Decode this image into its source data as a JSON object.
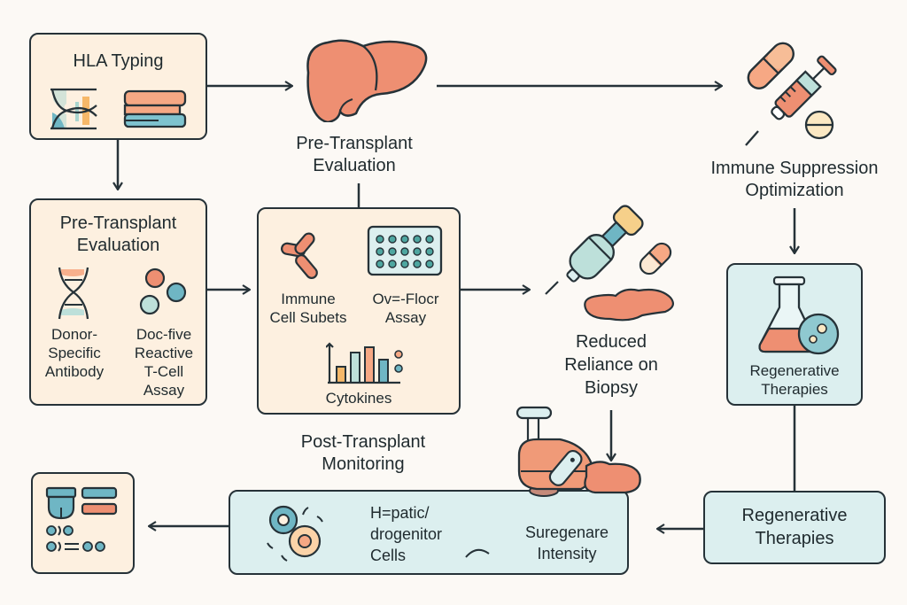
{
  "diagram": {
    "colors": {
      "background": "#fcf9f5",
      "cream_box": "#fdf0e0",
      "mint_box": "#dcefef",
      "stroke": "#263238",
      "coral": "#ee8f72",
      "teal": "#6fb6c4",
      "peach": "#f6b28e",
      "yellow": "#f6d08a"
    },
    "nodes": {
      "hla_typing": {
        "title": "HLA Typing",
        "icons": [
          "dna-icon",
          "gel-bands-icon"
        ]
      },
      "liver_eval": {
        "title_line1": "Pre-Transplant",
        "title_line2": "Evaluation",
        "icon": "liver-icon"
      },
      "immune_suppression": {
        "title_line1": "Immune Suppression",
        "title_line2": "Optimization",
        "icons": [
          "capsule-icon",
          "syringe-icon",
          "tablet-icon"
        ]
      },
      "pre_transplant_eval": {
        "title_line1": "Pre-Transplant",
        "title_line2": "Evaluation",
        "items": [
          {
            "icon": "dna-icon",
            "line1": "Donor-",
            "line2": "Specific",
            "line3": "Antibody",
            "line4": ""
          },
          {
            "icon": "cells-icon",
            "line1": "Doc-five",
            "line2": "Reactive",
            "line3": "T-Cell",
            "line4": "Assay"
          }
        ]
      },
      "monitoring_panel": {
        "items": [
          {
            "icon": "antibody-icon",
            "line1": "Immune",
            "line2": "Cell Subets"
          },
          {
            "icon": "well-plate-icon",
            "line1": "Ov=-Flocr",
            "line2": "Assay"
          },
          {
            "icon": "bar-chart-icon",
            "line1": "Cytokines",
            "line2": ""
          }
        ]
      },
      "post_transplant": {
        "title_line1": "Post-Transplant",
        "title_line2": "Monitoring"
      },
      "reduced_biopsy": {
        "title_line1": "Reduced",
        "title_line2": "Reliance on",
        "title_line3": "Biopsy",
        "icons": [
          "biopsy-needle-icon",
          "capsule-icon",
          "tissue-icon"
        ]
      },
      "regenerative_box": {
        "title_line1": "Regenerative",
        "title_line2": "Therapies",
        "icon": "flask-icon"
      },
      "regenerative_bottom": {
        "title_line1": "Regenerative",
        "title_line2": "Therapies"
      },
      "bottom_strip": {
        "hepatic_line1": "H=patic/",
        "hepatic_line2": "drogenitor",
        "hepatic_line3": "Cells",
        "intensity_line1": "Suregenare",
        "intensity_line2": "Intensity",
        "icons": [
          "stem-cells-icon",
          "liver-device-icon"
        ]
      },
      "report_card": {
        "icon": "report-icon"
      }
    }
  }
}
